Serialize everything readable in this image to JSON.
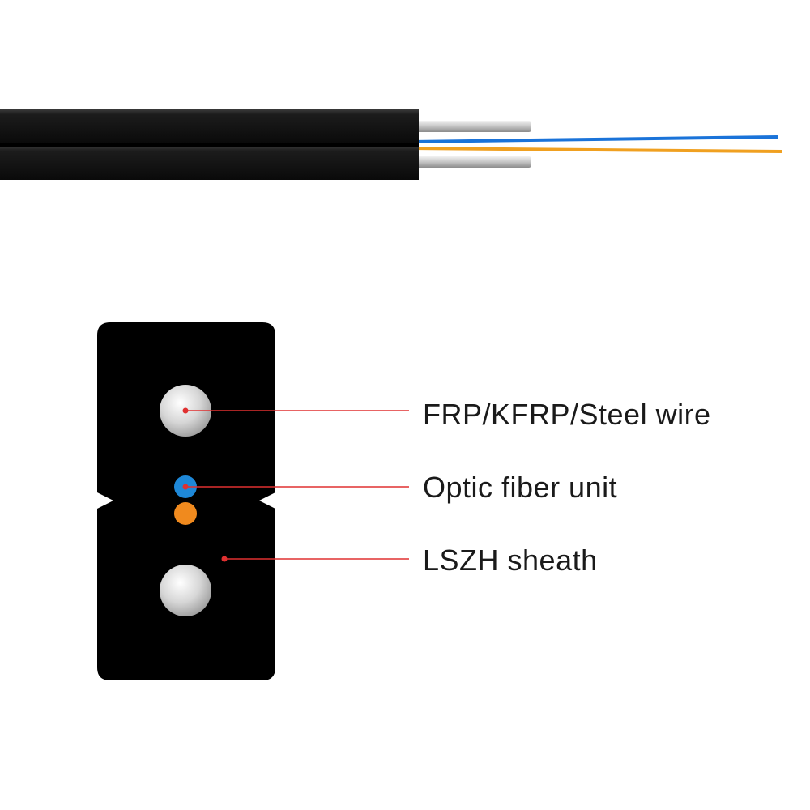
{
  "callouts": {
    "strength_member": "FRP/KFRP/Steel wire",
    "fiber_unit": "Optic fiber unit",
    "sheath": "LSZH sheath"
  },
  "colors": {
    "sheath": "#000000",
    "leader_line": "#e03030",
    "fiber_blue": "#1a73d9",
    "fiber_orange": "#f0a020",
    "fiber_unit_blue": "#1e88d8",
    "fiber_unit_orange": "#f08a1e",
    "steel": "#c8c8c8"
  }
}
